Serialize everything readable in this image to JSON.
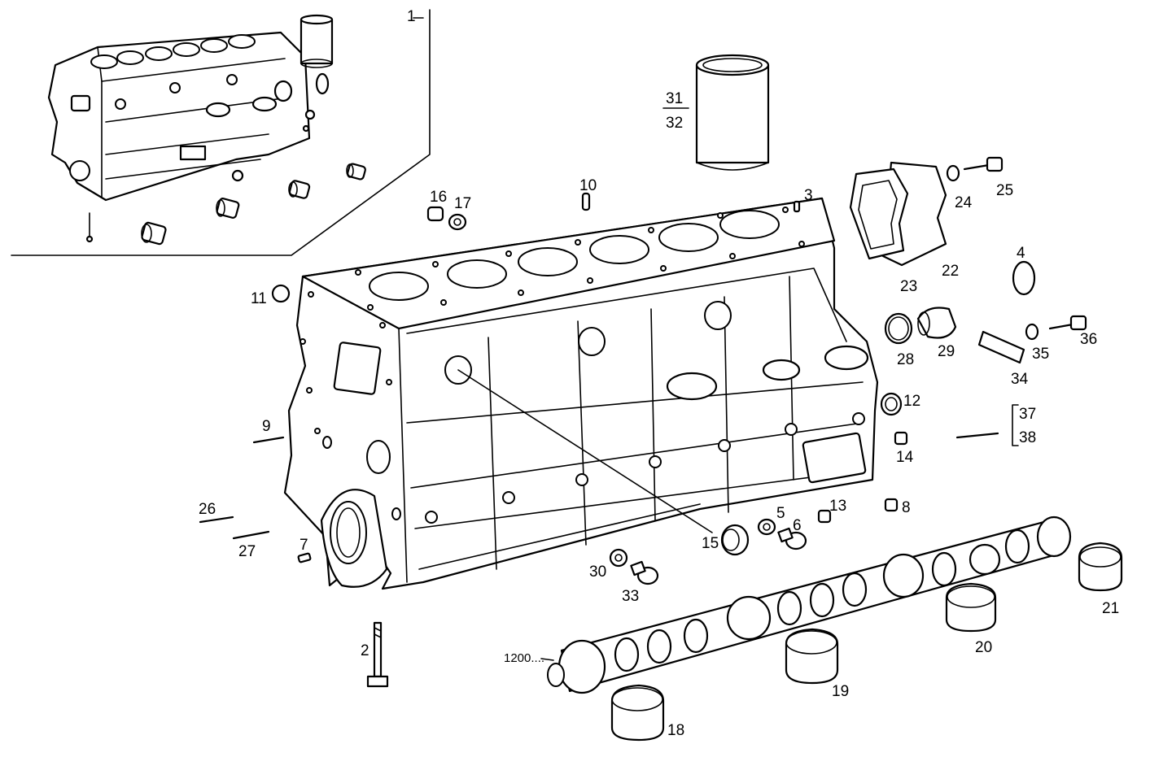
{
  "diagram": {
    "callouts": {
      "c1": "1",
      "c2": "2",
      "c3": "3",
      "c4": "4",
      "c5": "5",
      "c6": "6",
      "c7": "7",
      "c8": "8",
      "c9": "9",
      "c10": "10",
      "c11": "11",
      "c12": "12",
      "c13": "13",
      "c14": "14",
      "c15": "15",
      "c16": "16",
      "c17": "17",
      "c18": "18",
      "c19": "19",
      "c20": "20",
      "c21": "21",
      "c22": "22",
      "c23": "23",
      "c24": "24",
      "c25": "25",
      "c26": "26",
      "c27": "27",
      "c28": "28",
      "c29": "29",
      "c30": "30",
      "c31": "31",
      "c32": "32",
      "c33": "33",
      "c34": "34",
      "c35": "35",
      "c36": "36",
      "c37": "37",
      "c38": "38",
      "c1200": "1200...."
    }
  }
}
